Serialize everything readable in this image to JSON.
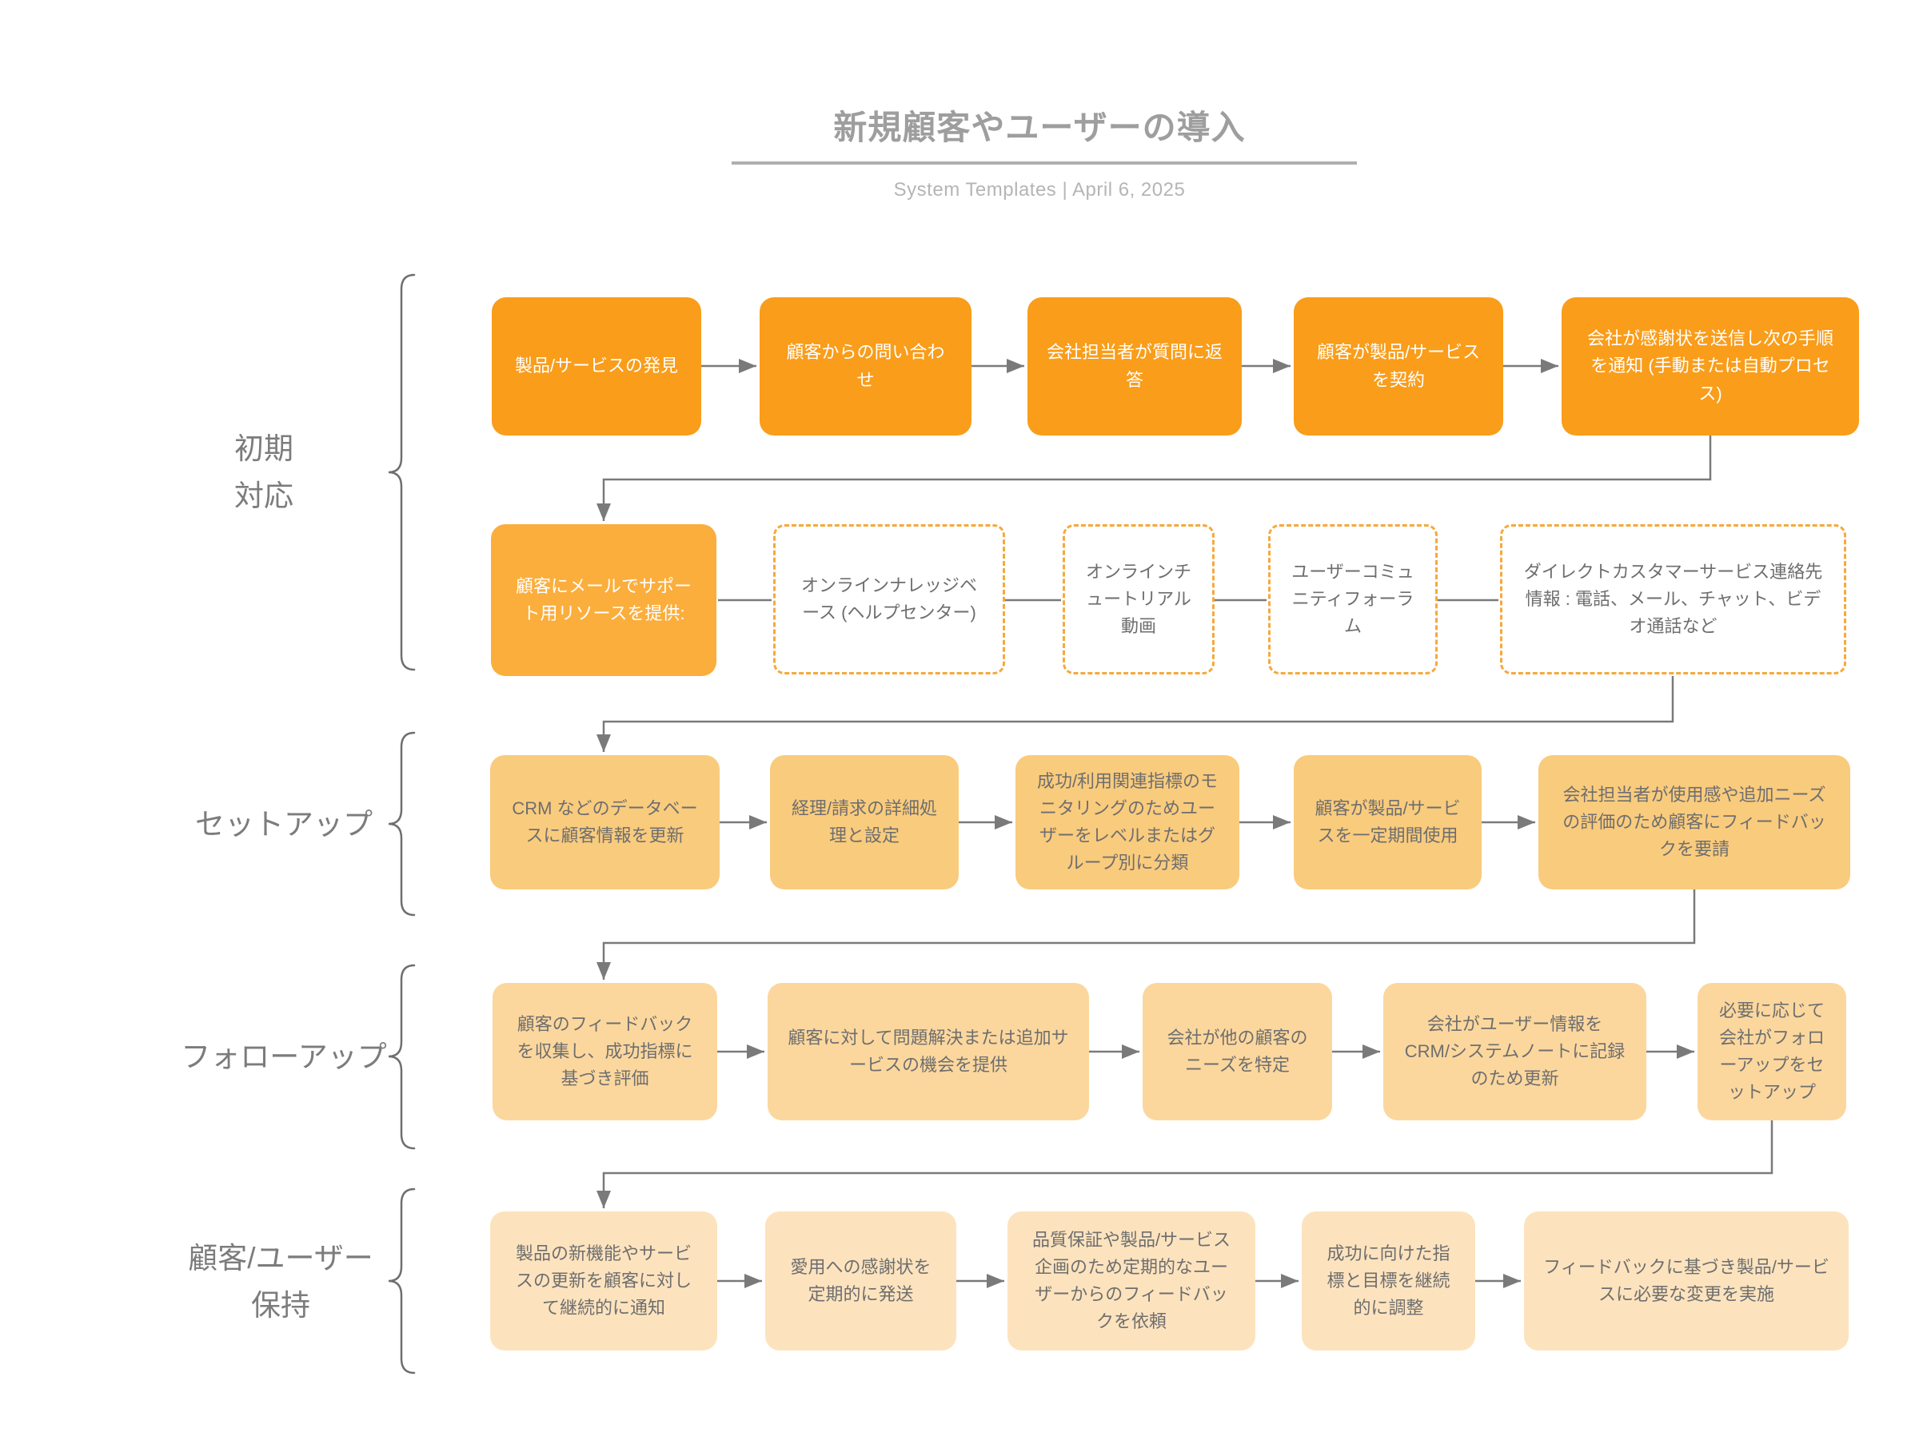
{
  "header": {
    "title": "新規顧客やユーザーの導入",
    "subtitle": "System Templates  |  April 6, 2025"
  },
  "groups": [
    {
      "label": "初期\n対応"
    },
    {
      "label": "セットアップ"
    },
    {
      "label": "フォローアップ"
    },
    {
      "label": "顧客/ユーザー\n保持"
    }
  ],
  "flow": {
    "rows": [
      {
        "name": "initial-response-main",
        "boxes": [
          {
            "text": "製品/サービスの発見"
          },
          {
            "text": "顧客からの問い合わせ"
          },
          {
            "text": "会社担当者が質問に返答"
          },
          {
            "text": "顧客が製品/サービスを契約"
          },
          {
            "text": "会社が感謝状を送信し次の手順を通知 (手動または自動プロセス)"
          }
        ]
      },
      {
        "name": "support-resources",
        "boxes": [
          {
            "text": "顧客にメールでサポート用リソースを提供:"
          },
          {
            "text": "オンラインナレッジベース (ヘルプセンター)"
          },
          {
            "text": "オンラインチュートリアル動画"
          },
          {
            "text": "ユーザーコミュニティフォーラム"
          },
          {
            "text": "ダイレクトカスタマーサービス連絡先情報 : 電話、メール、チャット、ビデオ通話など"
          }
        ]
      },
      {
        "name": "setup",
        "boxes": [
          {
            "text": "CRM などのデータベースに顧客情報を更新"
          },
          {
            "text": "経理/請求の詳細処理と設定"
          },
          {
            "text": "成功/利用関連指標のモニタリングのためユーザーをレベルまたはグループ別に分類"
          },
          {
            "text": "顧客が製品/サービスを一定期間使用"
          },
          {
            "text": "会社担当者が使用感や追加ニーズの評価のため顧客にフィードバックを要請"
          }
        ]
      },
      {
        "name": "follow-up",
        "boxes": [
          {
            "text": "顧客のフィードバックを収集し、成功指標に基づき評価"
          },
          {
            "text": "顧客に対して問題解決または追加サービスの機会を提供"
          },
          {
            "text": "会社が他の顧客のニーズを特定"
          },
          {
            "text": "会社がユーザー情報を CRM/システムノートに記録のため更新"
          },
          {
            "text": "必要に応じて会社がフォローアップをセットアップ"
          }
        ]
      },
      {
        "name": "retention",
        "boxes": [
          {
            "text": "製品の新機能やサービスの更新を顧客に対して継続的に通知"
          },
          {
            "text": "愛用への感謝状を定期的に発送"
          },
          {
            "text": "品質保証や製品/サービス企画のため定期的なユーザーからのフィードバックを依頼"
          },
          {
            "text": "成功に向けた指標と目標を継続的に調整"
          },
          {
            "text": "フィードバックに基づき製品/サービスに必要な変更を実施"
          }
        ]
      }
    ]
  },
  "colors": {
    "row1_fill": "#F99D1B",
    "row2_solid_fill": "#FBAE3C",
    "dashed_border": "#F5A93C",
    "row3_fill": "#F9CB7D",
    "row4_fill": "#FBD79E",
    "row5_fill": "#FCE3BE",
    "box_text_light": "#FFFFFF",
    "box_text_dark": "#6E6E6E",
    "connector": "#7A7A7A",
    "brace": "#6F6F6F",
    "title_text": "#9E9E9E",
    "underline": "#AFAFAF",
    "subtitle_text": "#B5B5B5",
    "label_text": "#7C7C7C"
  }
}
